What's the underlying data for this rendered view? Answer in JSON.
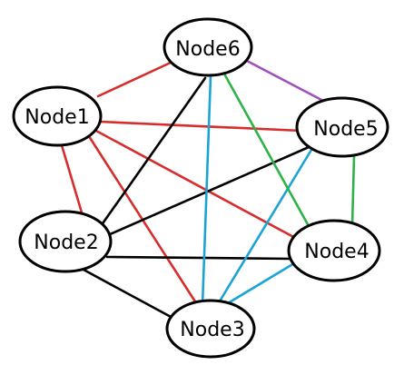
{
  "nodes": [
    {
      "id": "Node1",
      "label": "Node1"
    },
    {
      "id": "Node2",
      "label": "Node2"
    },
    {
      "id": "Node3",
      "label": "Node3"
    },
    {
      "id": "Node4",
      "label": "Node4"
    },
    {
      "id": "Node5",
      "label": "Node5"
    },
    {
      "id": "Node6",
      "label": "Node6"
    }
  ],
  "colors": {
    "red": "#d62d2d",
    "black": "#000000",
    "blue": "#1ba3d6",
    "green": "#2fb24a",
    "purple": "#a14fbd"
  },
  "edges": [
    {
      "from": "Node1",
      "to": "Node6",
      "color": "red"
    },
    {
      "from": "Node1",
      "to": "Node5",
      "color": "red"
    },
    {
      "from": "Node1",
      "to": "Node4",
      "color": "red"
    },
    {
      "from": "Node1",
      "to": "Node2",
      "color": "red"
    },
    {
      "from": "Node1",
      "to": "Node3",
      "color": "red"
    },
    {
      "from": "Node2",
      "to": "Node6",
      "color": "black"
    },
    {
      "from": "Node2",
      "to": "Node5",
      "color": "black"
    },
    {
      "from": "Node2",
      "to": "Node4",
      "color": "black"
    },
    {
      "from": "Node2",
      "to": "Node3",
      "color": "black"
    },
    {
      "from": "Node6",
      "to": "Node3",
      "color": "blue"
    },
    {
      "from": "Node5",
      "to": "Node3",
      "color": "blue"
    },
    {
      "from": "Node4",
      "to": "Node3",
      "color": "blue"
    },
    {
      "from": "Node6",
      "to": "Node4",
      "color": "green"
    },
    {
      "from": "Node5",
      "to": "Node4",
      "color": "green"
    },
    {
      "from": "Node6",
      "to": "Node5",
      "color": "purple"
    }
  ]
}
